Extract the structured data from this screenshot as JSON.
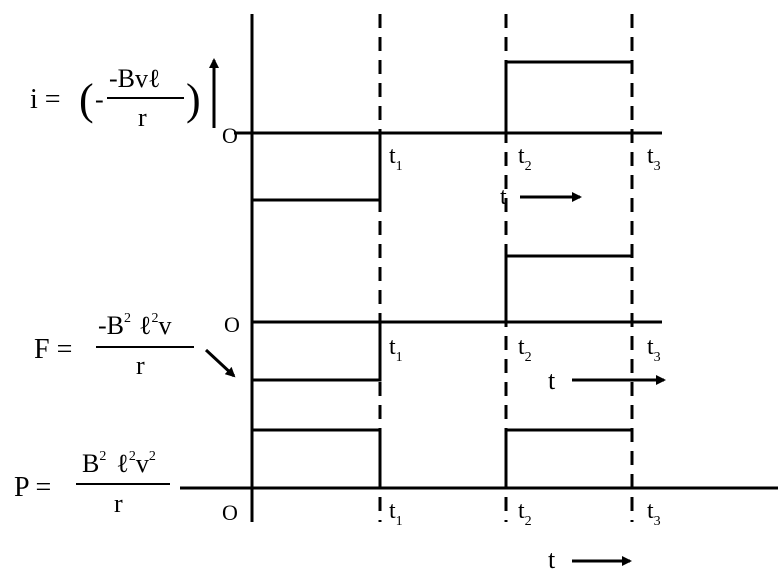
{
  "colors": {
    "ink": "#000000",
    "background": "#ffffff"
  },
  "labels": {
    "origin": "O",
    "t": "t",
    "t_main": "t",
    "sub1": "1",
    "sub2": "2",
    "sub3": "3",
    "sup2": "2"
  },
  "current": {
    "lhs": "i =",
    "open_paren": "(",
    "close_paren": ")",
    "minus": "-",
    "numerator": "-Bvℓ",
    "denominator": "r"
  },
  "force": {
    "lhs": "F =",
    "num_a": "-B",
    "num_b": "ℓ",
    "num_c": "v",
    "denominator": "r"
  },
  "power": {
    "lhs": "P =",
    "num_a": "B",
    "num_b": "ℓ",
    "num_c": "v",
    "denominator": "r"
  }
}
